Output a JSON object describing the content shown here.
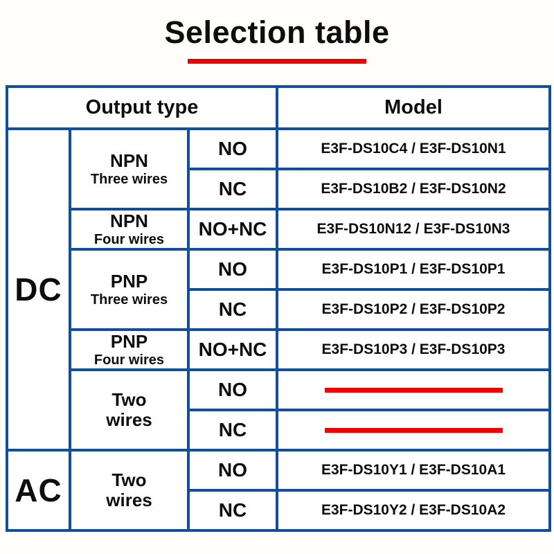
{
  "page": {
    "title": "Selection table"
  },
  "colors": {
    "border_blue": "#124f9a",
    "accent_red": "#ee0000",
    "text": "#0d0d0d",
    "background": "#fffefb",
    "cell_background": "#ffffff"
  },
  "table": {
    "header": {
      "output_type": "Output type",
      "model": "Model"
    },
    "groups": {
      "dc": "DC",
      "ac": "AC",
      "npn_three": {
        "main": "NPN",
        "sub": "Three wires"
      },
      "npn_four": {
        "main": "NPN",
        "sub": "Four wires"
      },
      "pnp_three": {
        "main": "PNP",
        "sub": "Three wires"
      },
      "pnp_four": {
        "main": "PNP",
        "sub": "Four wires"
      },
      "two_wires_dc": {
        "line1": "Two",
        "line2": "wires"
      },
      "two_wires_ac": {
        "line1": "Two",
        "line2": "wires"
      }
    },
    "rows": [
      {
        "output": "NO",
        "model": "E3F-DS10C4 / E3F-DS10N1"
      },
      {
        "output": "NC",
        "model": "E3F-DS10B2 / E3F-DS10N2"
      },
      {
        "output": "NO+NC",
        "model": "E3F-DS10N12 / E3F-DS10N3"
      },
      {
        "output": "NO",
        "model": "E3F-DS10P1 / E3F-DS10P1"
      },
      {
        "output": "NC",
        "model": "E3F-DS10P2 / E3F-DS10P2"
      },
      {
        "output": "NO+NC",
        "model": "E3F-DS10P3 / E3F-DS10P3"
      },
      {
        "output": "NO",
        "model": null
      },
      {
        "output": "NC",
        "model": null
      },
      {
        "output": "NO",
        "model": "E3F-DS10Y1 / E3F-DS10A1"
      },
      {
        "output": "NC",
        "model": "E3F-DS10Y2 / E3F-DS10A2"
      }
    ]
  }
}
